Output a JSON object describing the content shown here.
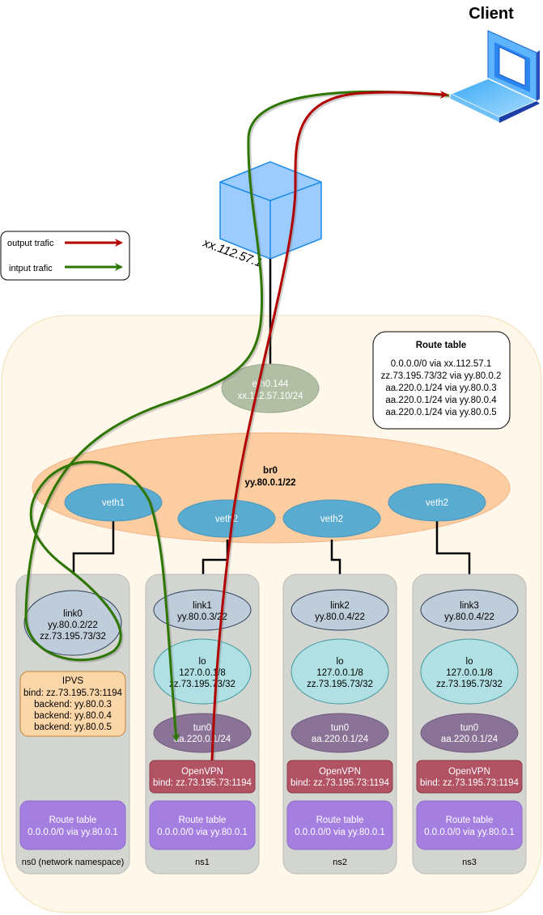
{
  "client": {
    "label": "Client",
    "icon": "laptop-icon"
  },
  "router": {
    "icon": "cube-router-icon",
    "address": "xx.112.57.1"
  },
  "legend": {
    "items": [
      {
        "label": "output trafic",
        "color": "#b20000"
      },
      {
        "label": "intput trafic",
        "color": "#2d7600"
      }
    ]
  },
  "host": {
    "eth0": {
      "name": "eth0.144",
      "address": "xx.112.57.10/24"
    },
    "route_table": {
      "title": "Route table",
      "entries": [
        "0.0.0.0/0 via xx.112.57.1",
        "zz.73.195.73/32 via yy.80.0.2",
        "aa.220.0.1/24 via yy.80.0.3",
        "aa.220.0.1/24 via yy.80.0.4",
        "aa.220.0.1/24 via yy.80.0.5"
      ]
    },
    "bridge": {
      "name": "br0",
      "address": "yy.80.0.1/22"
    },
    "veths": [
      "veth1",
      "veth2",
      "veth2",
      "veth2"
    ]
  },
  "namespaces": [
    {
      "label": "ns0 (network namespace)",
      "link": {
        "name": "link0",
        "lines": [
          "yy.80.0.2/22",
          "zz.73.195.73/32"
        ]
      },
      "ipvs": {
        "title": "IPVS",
        "lines": [
          "bind: zz.73.195.73:1194",
          "backend: yy.80.0.3",
          "backend: yy.80.0.4",
          "backend: yy.80.0.5"
        ]
      },
      "route": {
        "title": "Route table",
        "entry": "0.0.0.0/0 via yy.80.0.1"
      }
    },
    {
      "label": "ns1",
      "link": {
        "name": "link1",
        "lines": [
          "yy.80.0.3/22"
        ]
      },
      "lo": {
        "name": "lo",
        "lines": [
          "127.0.0.1/8",
          "zz.73.195.73/32"
        ]
      },
      "tun": {
        "name": "tun0",
        "lines": [
          "aa.220.0.1/24"
        ]
      },
      "openvpn": {
        "title": "OpenVPN",
        "bind": "bind: zz.73.195.73:1194"
      },
      "route": {
        "title": "Route table",
        "entry": "0.0.0.0/0 via yy.80.0.1"
      }
    },
    {
      "label": "ns2",
      "link": {
        "name": "link2",
        "lines": [
          "yy.80.0.4/22"
        ]
      },
      "lo": {
        "name": "lo",
        "lines": [
          "127.0.0.1/8",
          "zz.73.195.73/32"
        ]
      },
      "tun": {
        "name": "tun0",
        "lines": [
          "aa.220.0.1/24"
        ]
      },
      "openvpn": {
        "title": "OpenVPN",
        "bind": "bind: zz.73.195.73:1194"
      },
      "route": {
        "title": "Route table",
        "entry": "0.0.0.0/0 via yy.80.0.1"
      }
    },
    {
      "label": "ns3",
      "link": {
        "name": "link3",
        "lines": [
          "yy.80.0.4/22"
        ]
      },
      "lo": {
        "name": "lo",
        "lines": [
          "127.0.0.1/8",
          "zz.73.195.73/32"
        ]
      },
      "tun": {
        "name": "tun0",
        "lines": [
          "aa.220.0.1/24"
        ]
      },
      "openvpn": {
        "title": "OpenVPN",
        "bind": "bind: zz.73.195.73:1194"
      },
      "route": {
        "title": "Route table",
        "entry": "0.0.0.0/0 via yy.80.0.1"
      }
    }
  ],
  "colors": {
    "host_bg": "#fff8ea",
    "host_border": "#eedfb0",
    "bridge": "#fbcda0",
    "veth": "#5aabd0",
    "eth0": "#b2bfa5",
    "ns_bg": "#d3d5d1",
    "link": "#bfccd9",
    "lo": "#b0e0e3",
    "tun": "#8a7397",
    "openvpn": "#b25364",
    "route": "#a57fe0",
    "ipvs": "#fbd6a8",
    "output": "#b20000",
    "input": "#2d7600"
  }
}
